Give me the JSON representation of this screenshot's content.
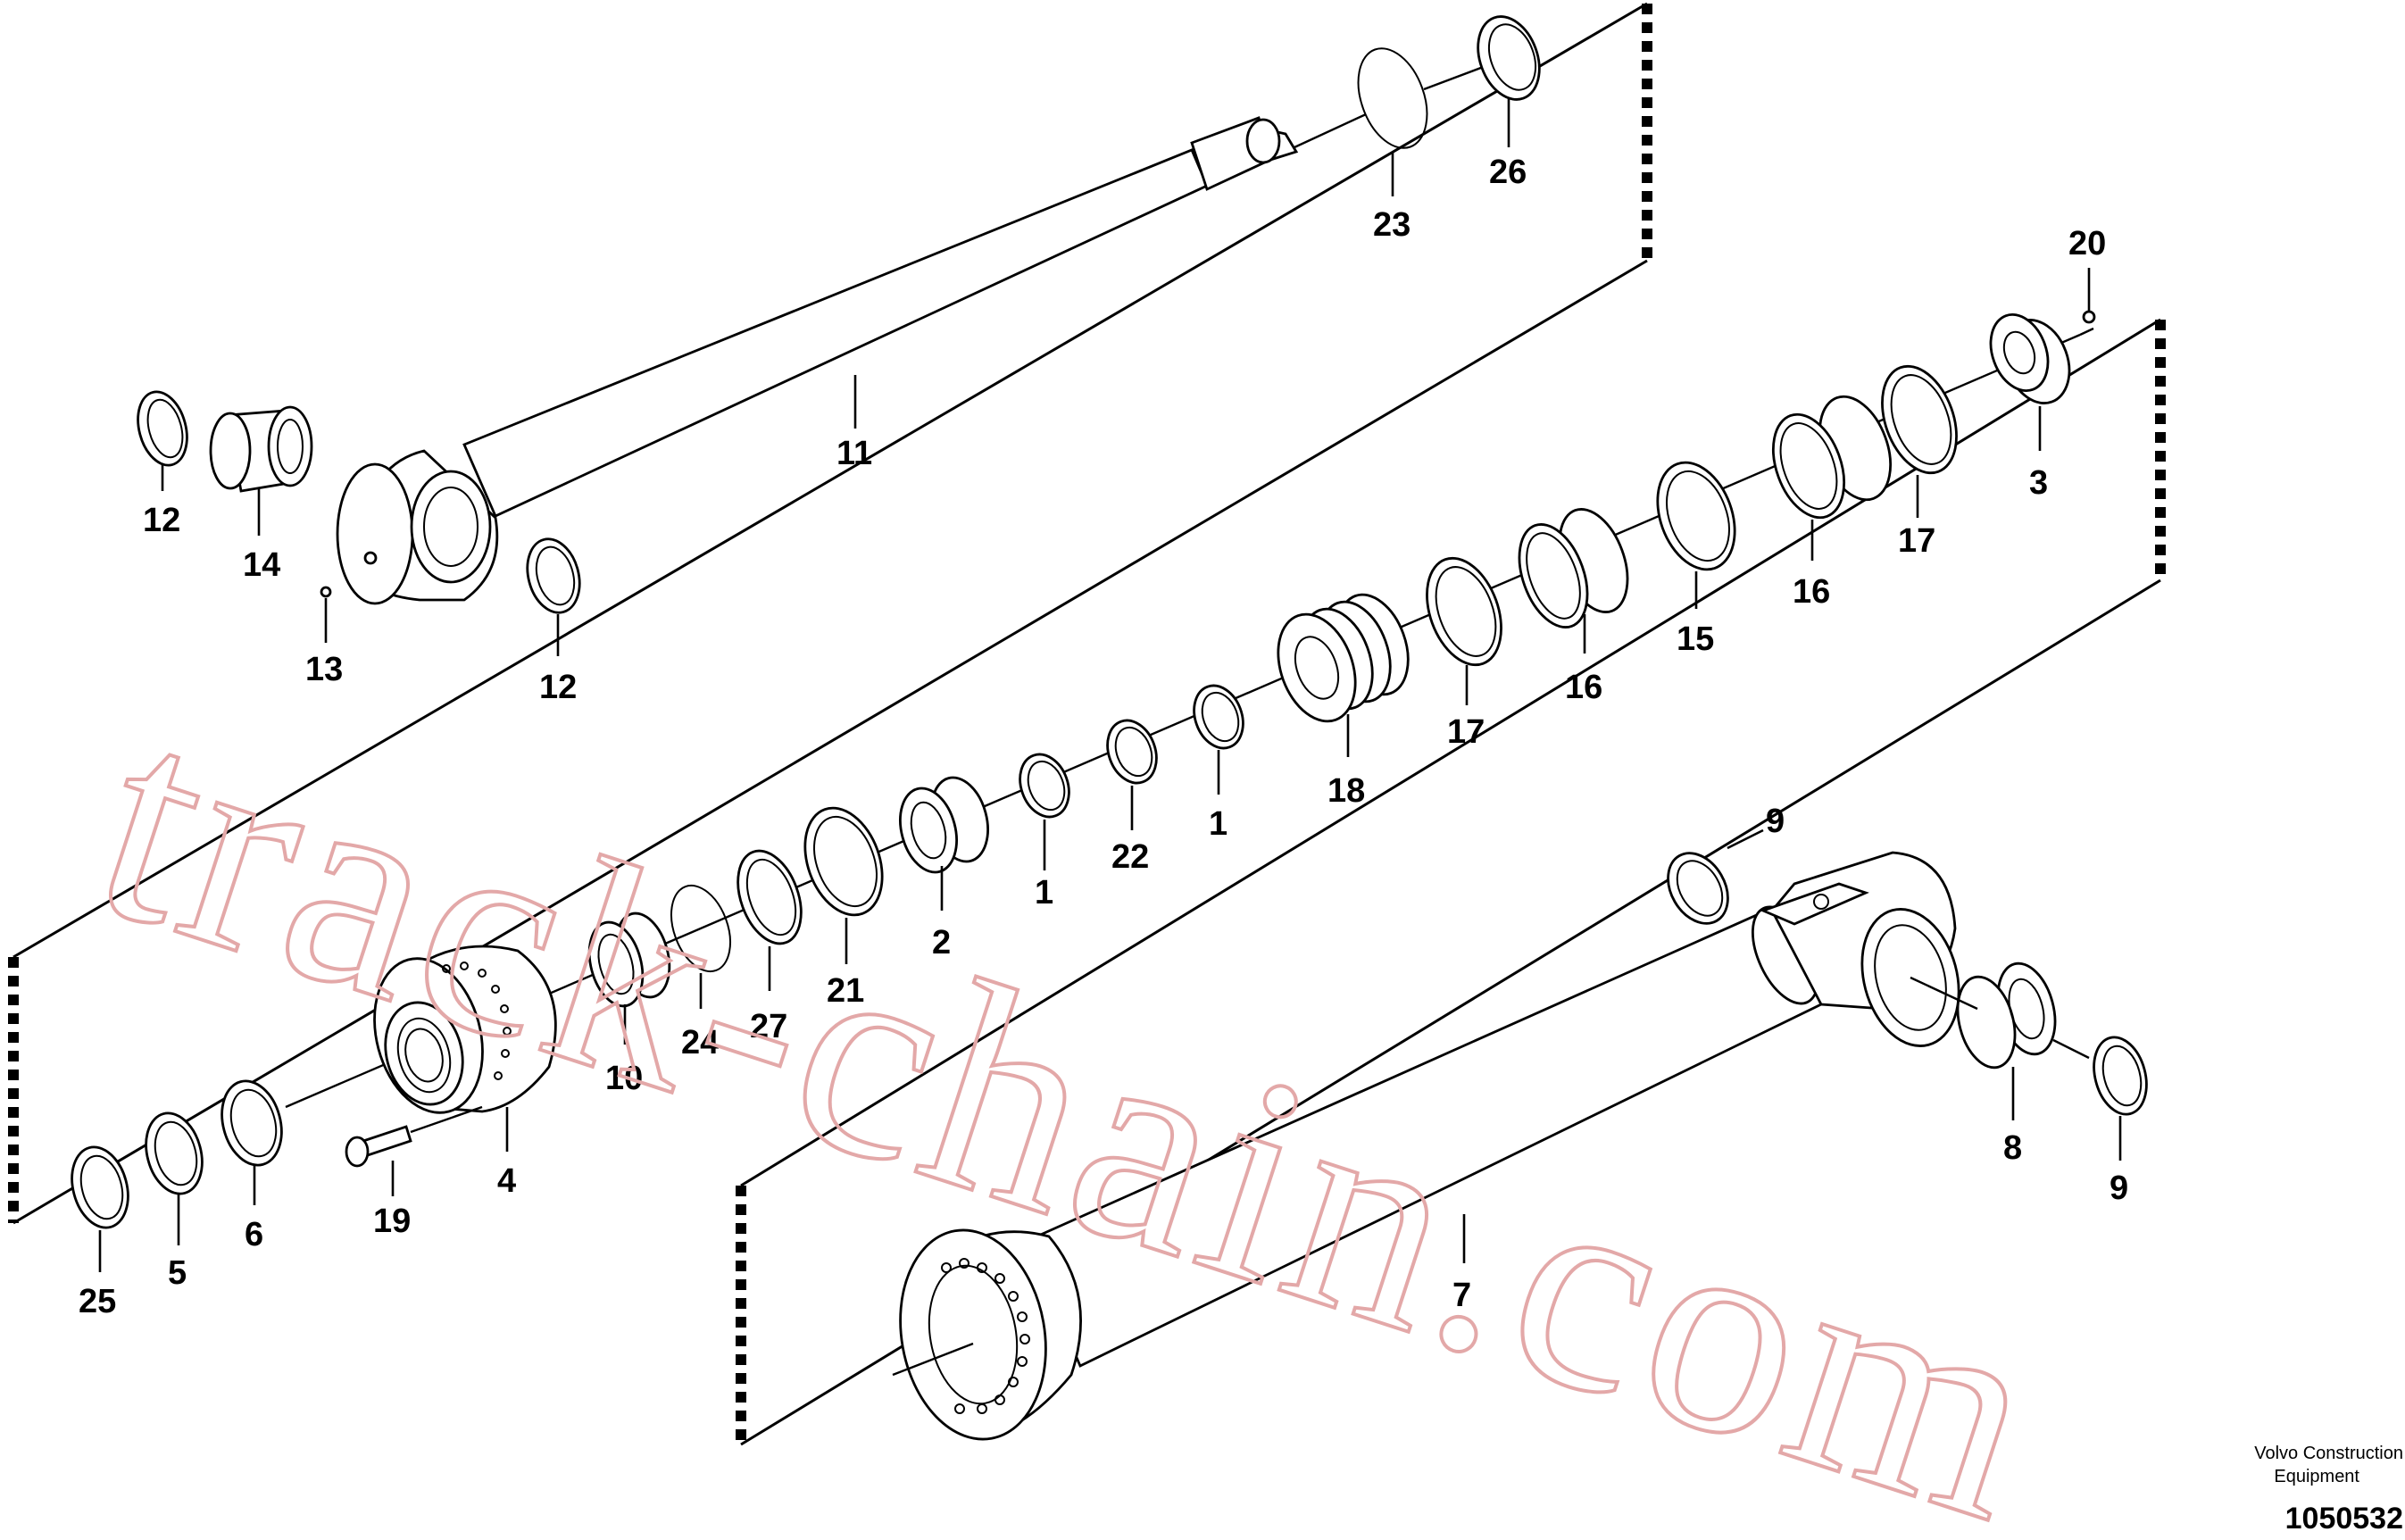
{
  "watermark": "track-chain.com",
  "footer": {
    "company_line1": "Volvo Construction",
    "company_line2": "Equipment",
    "document_number": "1050532"
  },
  "callouts": {
    "c11": "11",
    "c23": "23",
    "c26": "26",
    "c20": "20",
    "c12a": "12",
    "c14": "14",
    "c13": "13",
    "c12b": "12",
    "c3": "3",
    "c17a": "17",
    "c16a": "16",
    "c15": "15",
    "c16b": "16",
    "c17b": "17",
    "c18": "18",
    "c1a": "1",
    "c22": "22",
    "c1b": "1",
    "c2": "2",
    "c21": "21",
    "c27": "27",
    "c24": "24",
    "c10": "10",
    "c4": "4",
    "c19": "19",
    "c6": "6",
    "c5": "5",
    "c25": "25",
    "c9a": "9",
    "c8": "8",
    "c9b": "9",
    "c7": "7"
  }
}
